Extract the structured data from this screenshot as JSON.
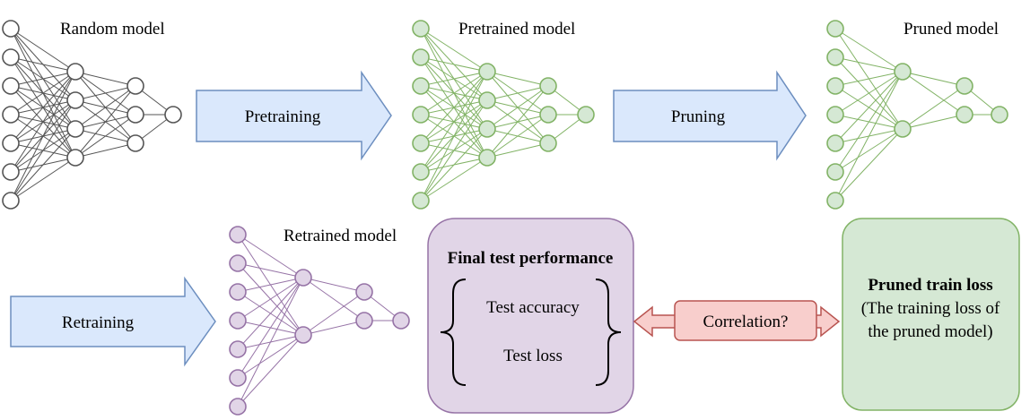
{
  "networks": [
    {
      "id": "random",
      "label": "Random model",
      "stroke": "#555555",
      "fill": "#ffffff",
      "line": "#555555",
      "layers": [
        7,
        4,
        3,
        1
      ],
      "pruned": false
    },
    {
      "id": "pretrained",
      "label": "Pretrained model",
      "stroke": "#82b366",
      "fill": "#d5e8d4",
      "line": "#82b366",
      "layers": [
        7,
        4,
        3,
        1
      ],
      "pruned": false
    },
    {
      "id": "pruned",
      "label": "Pruned model",
      "stroke": "#82b366",
      "fill": "#d5e8d4",
      "line": "#82b366",
      "layers": [
        7,
        4,
        3,
        1
      ],
      "pruned": true
    },
    {
      "id": "retrained",
      "label": "Retrained model",
      "stroke": "#9673a6",
      "fill": "#e1d5e7",
      "line": "#9673a6",
      "layers": [
        7,
        4,
        3,
        1
      ],
      "pruned": true
    }
  ],
  "arrows": [
    {
      "id": "pretraining",
      "label": "Pretraining"
    },
    {
      "id": "pruning",
      "label": "Pruning"
    },
    {
      "id": "retraining",
      "label": "Retraining"
    }
  ],
  "final_box": {
    "title": "Final test performance",
    "items": [
      "Test accuracy",
      "Test loss"
    ]
  },
  "loss_box": {
    "title": "Pruned train loss",
    "lines": [
      "(The training loss of",
      "the pruned model)"
    ]
  },
  "correlation": {
    "label": "Correlation?"
  },
  "colors": {
    "arrow_fill": "#dae8fc",
    "arrow_stroke": "#6c8ebf",
    "purple_fill": "#e1d5e7",
    "purple_stroke": "#9673a6",
    "green_fill": "#d5e8d4",
    "green_stroke": "#82b366",
    "red_fill": "#f8cecc",
    "red_stroke": "#b85450"
  }
}
